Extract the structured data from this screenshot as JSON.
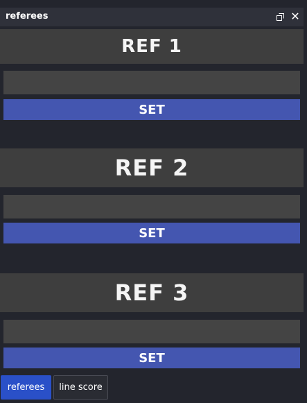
{
  "window": {
    "title": "referees",
    "popout_icon": "popout-icon",
    "close_icon": "close-icon",
    "close_glyph": "✕"
  },
  "referees": [
    {
      "label": "REF 1",
      "input_value": "",
      "set_label": "SET"
    },
    {
      "label": "REF 2",
      "input_value": "",
      "set_label": "SET"
    },
    {
      "label": "REF 3",
      "input_value": "",
      "set_label": "SET"
    }
  ],
  "tabs": [
    {
      "label": "referees",
      "active": true
    },
    {
      "label": "line score",
      "active": false
    }
  ],
  "colors": {
    "background": "#23252d",
    "header": "#3e3e3e",
    "input": "#444444",
    "set_button": "#4456b0",
    "active_tab": "#2a50c8"
  }
}
